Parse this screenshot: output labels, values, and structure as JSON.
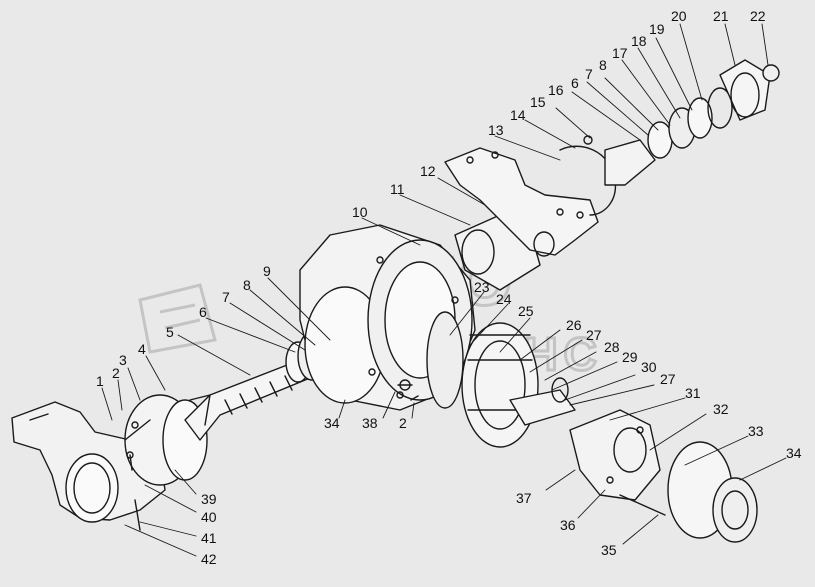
{
  "watermark": {
    "text": "АВТО АЛЬЯНС"
  },
  "colors": {
    "background": "#e9e9e9",
    "ink": "#1a1a1a",
    "watermark": "#c9c9c9"
  },
  "callouts": {
    "n1": "1",
    "n2": "2",
    "n3": "3",
    "n4": "4",
    "n5": "5",
    "n6": "6",
    "n7": "7",
    "n8": "8",
    "n9": "9",
    "n10": "10",
    "n11": "11",
    "n12": "12",
    "n13": "13",
    "n14": "14",
    "n15": "15",
    "n16": "16",
    "n17": "17",
    "n18": "18",
    "n19": "19",
    "n20": "20",
    "n21": "21",
    "n22": "22",
    "n23": "23",
    "n24": "24",
    "n25": "25",
    "n26": "26",
    "n27": "27",
    "n28": "28",
    "n29": "29",
    "n30": "30",
    "n31": "31",
    "n32": "32",
    "n33": "33",
    "n34": "34",
    "n35": "35",
    "n36": "36",
    "n37": "37",
    "n38": "38",
    "n39": "39",
    "n40": "40",
    "n41": "41",
    "n42": "42"
  }
}
